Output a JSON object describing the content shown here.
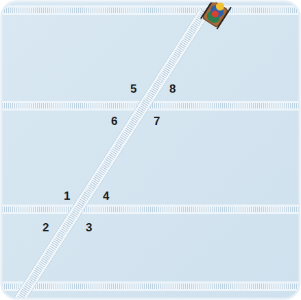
{
  "diagram": {
    "labels": [
      "5",
      "8",
      "6",
      "7",
      "1",
      "4",
      "2",
      "3"
    ]
  }
}
